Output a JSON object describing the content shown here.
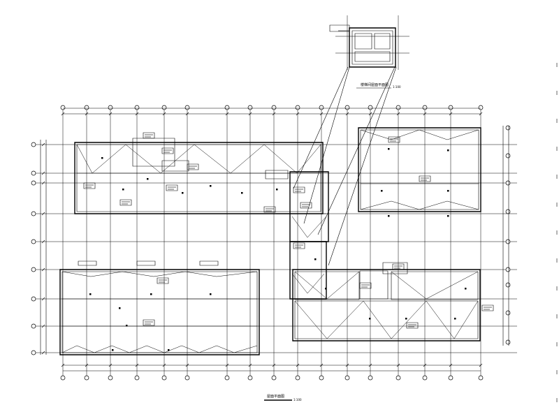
{
  "drawing": {
    "titles": {
      "roof_plan": "屋面平面图",
      "roof_plan_scale": "1:100",
      "stair_roof_plan": "楼梯间屋面平面图",
      "stair_roof_plan_scale": "1:100"
    },
    "colors": {
      "line": "#000000",
      "background": "#ffffff"
    }
  }
}
